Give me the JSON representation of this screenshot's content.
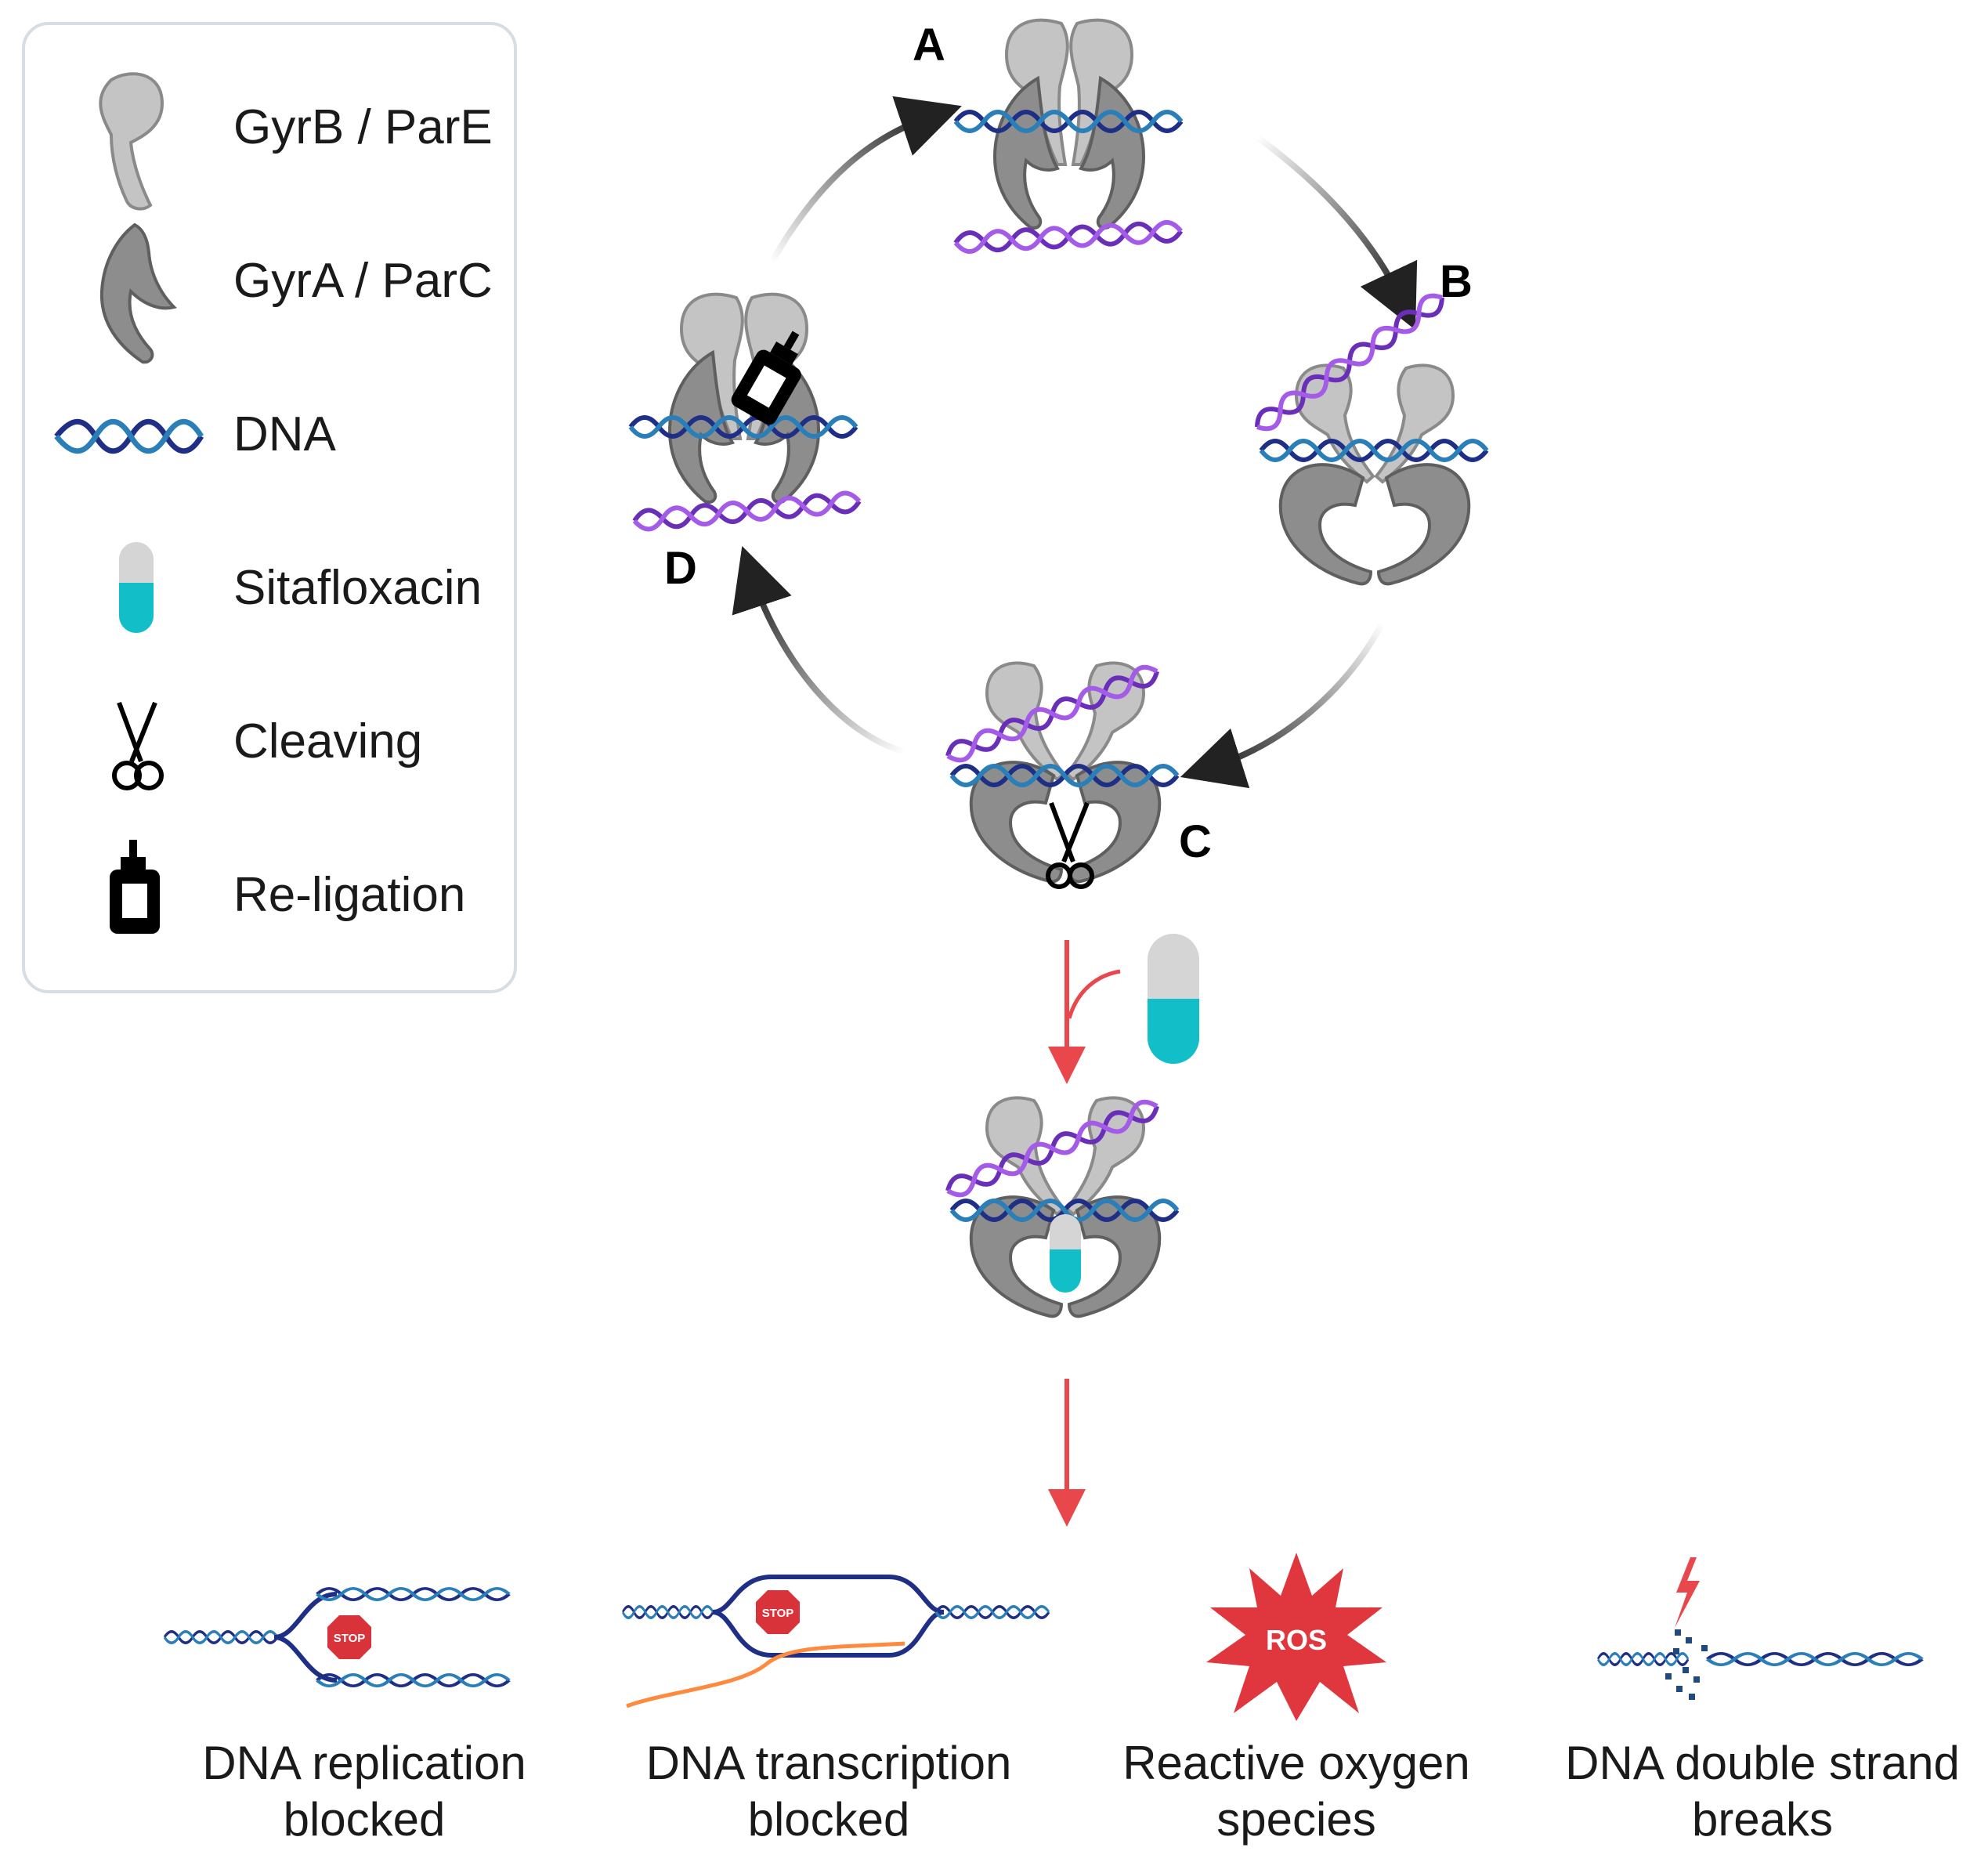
{
  "legend": {
    "items": [
      {
        "label": "GyrB / ParE",
        "icon": "gyrb-pare-icon"
      },
      {
        "label": "GyrA / ParC",
        "icon": "gyra-parc-icon"
      },
      {
        "label": "DNA",
        "icon": "dna-helix-icon"
      },
      {
        "label": "Sitafloxacin",
        "icon": "capsule-icon"
      },
      {
        "label": "Cleaving",
        "icon": "scissors-icon"
      },
      {
        "label": "Re-ligation",
        "icon": "glue-bottle-icon"
      }
    ]
  },
  "cycle": {
    "steps": [
      {
        "label": "A"
      },
      {
        "label": "B"
      },
      {
        "label": "C"
      },
      {
        "label": "D"
      }
    ]
  },
  "outcomes": [
    {
      "line1": "DNA replication",
      "line2": "blocked",
      "badge": "STOP"
    },
    {
      "line1": "DNA transcription",
      "line2": "blocked",
      "badge": "STOP"
    },
    {
      "line1": "Reactive oxygen",
      "line2": "species",
      "badge": "ROS"
    },
    {
      "line1": "DNA double strand",
      "line2": "breaks"
    }
  ],
  "colors": {
    "gyrb": "#c4c4c4",
    "gyra": "#8d8d8d",
    "dna_dark": "#1f2f86",
    "dna_light": "#2a7fb8",
    "dna_purple": "#8a3fd1",
    "capsule": "#12bfc9",
    "inhibition_arrow": "#e8484c",
    "stop_sign": "#d8333a",
    "ros": "#e0373f",
    "orange_rna": "#ff8a3d"
  }
}
